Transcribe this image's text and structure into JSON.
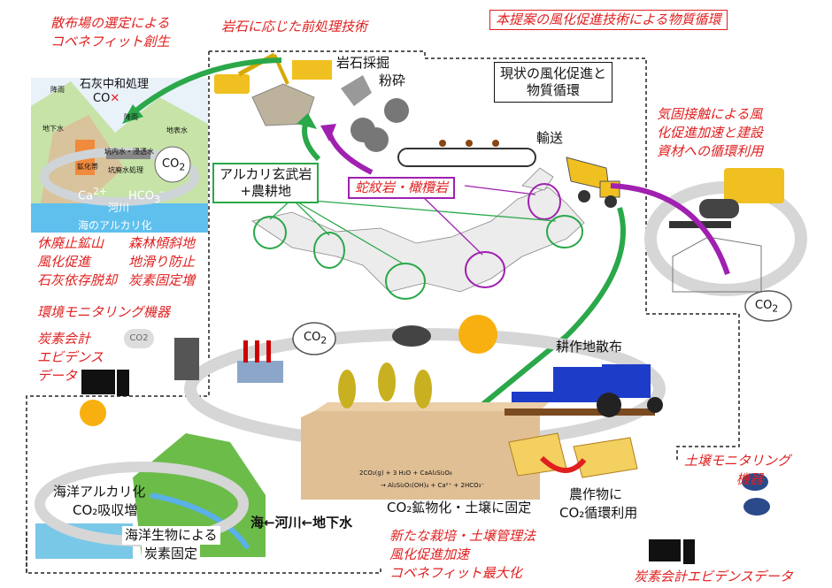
{
  "title": "本提案の風化促進技術による物質循環",
  "labels": {
    "tl_red": [
      "散布場の選定による",
      "コベネフィット創生"
    ],
    "pretreat": "岩石に応じた前処理技術",
    "mining": "岩石採掘",
    "crushing": "粉砕",
    "current_box": [
      "現状の風化促進と",
      "物質循環"
    ],
    "transport": "輸送",
    "lime": "石灰中和処理",
    "co2_cross": "CO",
    "mine_tags": {
      "rain1": "降雨",
      "rain2": "降雨",
      "groundwater": "地下水",
      "surfacewater": "地表水",
      "ore": "鉱化帯",
      "mine_water": "坑内水・浸透水",
      "mine_treat": "坑廃水処理",
      "river": "河川",
      "ca": "Ca",
      "hco3": "HCO",
      "ocean_alk": "海のアルカリ化"
    },
    "alkali_basalt": [
      "アルカリ玄武岩",
      "+農耕地"
    ],
    "serpentine": "蛇紋岩・橄欖岩",
    "gas_contact_red": [
      "気固接触による風",
      "化促進加速と建設",
      "資材への循環利用"
    ],
    "left_red": [
      "休廃止鉱山",
      "風化促進",
      "石灰依存脱却"
    ],
    "forest_red": [
      "森林傾斜地",
      "地滑り防止",
      "炭素固定増"
    ],
    "env_monitor_red": "環境モニタリング機器",
    "carbon_evidence_red": [
      "炭素会計",
      "エビデンス",
      "データ"
    ],
    "co2_badge": "CO2",
    "farm_spread": "耕作地散布",
    "ocean_alk": [
      "海洋アルカリ化",
      "CO₂吸収増"
    ],
    "marine_carbon": [
      "海洋生物による",
      "炭素固定"
    ],
    "sea_river": "海←河川←地下水",
    "mineral": "CO₂鉱物化・土壌に固定",
    "crops": [
      "農作物に",
      "CO₂循環利用"
    ],
    "new_cult_red": [
      "新たな栽培・土壌管理法",
      "風化促進加速",
      "コベネフィット最大化"
    ],
    "soil_monitor_red": [
      "土壌モニタリング",
      "機器"
    ],
    "carbon_data_red": "炭素会計エビデンスデータ",
    "equation1": "2CO₂(g) + 3 H₂O + CaAl₂Si₂O₈",
    "equation2": "→ Al₂Si₂O₅(OH)₄ + Ca²⁺ + 2HCO₃⁻"
  },
  "colors": {
    "red": "#e02020",
    "green": "#2aa84a",
    "purple": "#a020b0",
    "gray": "#d6d6d6",
    "tractor": "#1d3cc8",
    "truck": "#f0c020"
  }
}
